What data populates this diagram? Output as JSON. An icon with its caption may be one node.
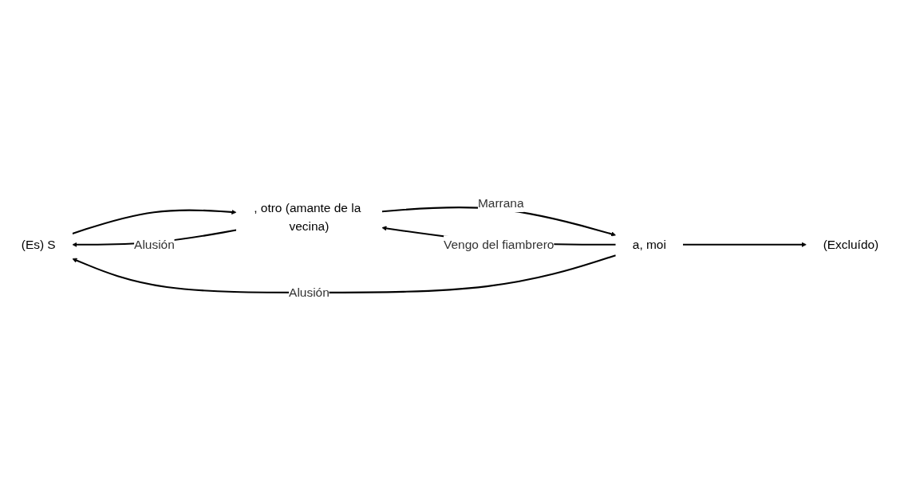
{
  "diagram": {
    "nodes": [
      {
        "text": [
          "(Es) S"
        ]
      },
      {
        "text": [
          ", otro (amante de la vecina)"
        ]
      },
      {
        "text": [
          "a, moi"
        ]
      },
      {
        "text": [
          "(Excluído)"
        ]
      }
    ],
    "edges": [
      {
        "from": 1,
        "to": 0,
        "arrow": "to",
        "label": "Alusión"
      },
      {
        "from": 0,
        "to": 1,
        "arrow": "to"
      },
      {
        "from": 2,
        "to": 0,
        "arrow": "to",
        "label": "Alusión"
      },
      {
        "from": 1,
        "to": 2,
        "arrow": "to",
        "label": "Marrana"
      },
      {
        "from": 2,
        "to": 1,
        "arrow": "to",
        "label": "Vengo del fiambrero"
      },
      {
        "from": 2,
        "to": 3,
        "arrow": "to"
      }
    ]
  }
}
